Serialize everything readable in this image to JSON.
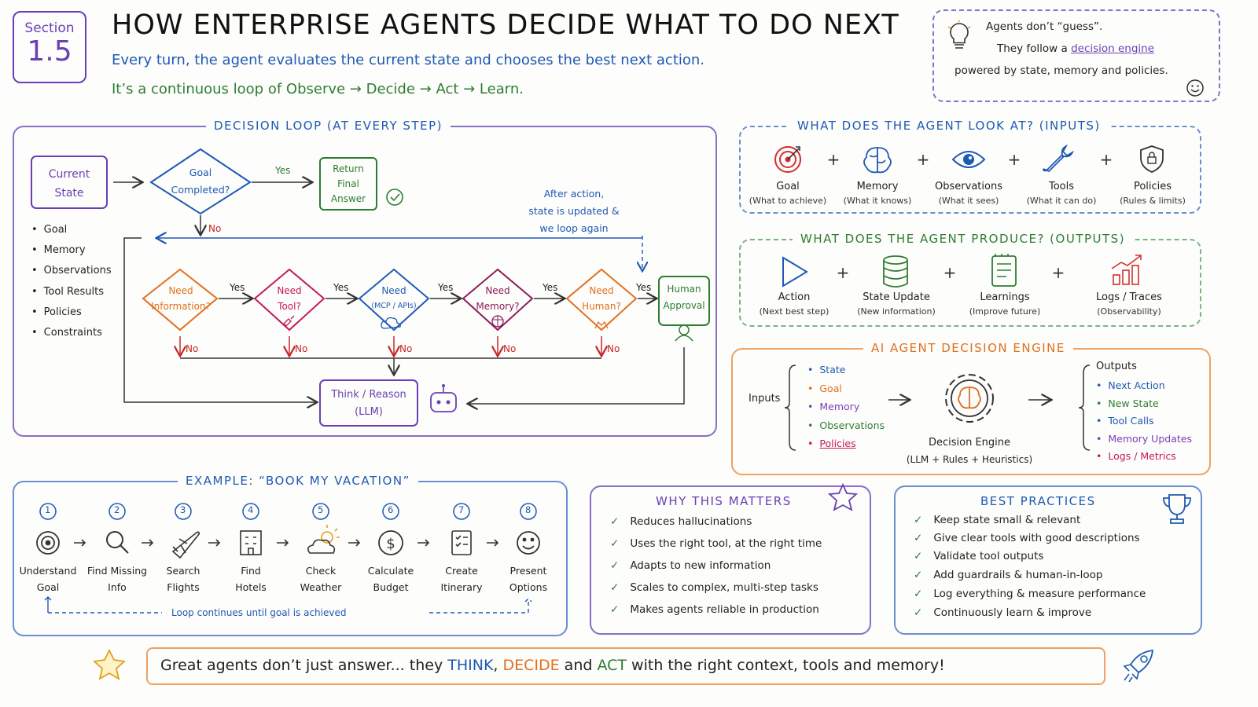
{
  "section": {
    "label": "Section",
    "number": "1.5"
  },
  "title": "HOW ENTERPRISE AGENTS DECIDE WHAT TO DO NEXT",
  "subtitle1": "Every turn, the agent evaluates the current state and chooses the best next action.",
  "subtitle2": "It’s a continuous loop of Observe → Decide → Act → Learn.",
  "note": {
    "line1": "Agents don’t “guess”.",
    "line2a": "They follow a ",
    "line2b": "decision engine",
    "line3": "powered by state, memory and policies."
  },
  "loop": {
    "title": "DECISION LOOP (AT EVERY STEP)",
    "current_state": [
      "Current",
      "State"
    ],
    "goal_completed": [
      "Goal",
      "Completed?"
    ],
    "yes": "Yes",
    "no": "No",
    "return_final": [
      "Return",
      "Final",
      "Answer"
    ],
    "after_action": [
      "After action,",
      "state is updated &",
      "we loop again"
    ],
    "state_items": [
      "Goal",
      "Memory",
      "Observations",
      "Tool Results",
      "Policies",
      "Constraints"
    ],
    "diamonds": [
      [
        "Need",
        "Information?"
      ],
      [
        "Need",
        "Tool?"
      ],
      [
        "Need",
        "(MCP / APIs)"
      ],
      [
        "Need",
        "Memory?"
      ],
      [
        "Need",
        "Human?"
      ]
    ],
    "human_approval": [
      "Human",
      "Approval"
    ],
    "think": [
      "Think / Reason",
      "(LLM)"
    ]
  },
  "inputs": {
    "title": "WHAT DOES THE AGENT LOOK AT? (INPUTS)",
    "items": [
      {
        "icon": "target-icon",
        "label": "Goal",
        "sub": "(What to achieve)"
      },
      {
        "icon": "brain-icon",
        "label": "Memory",
        "sub": "(What it knows)"
      },
      {
        "icon": "eye-icon",
        "label": "Observations",
        "sub": "(What it sees)"
      },
      {
        "icon": "wrench-icon",
        "label": "Tools",
        "sub": "(What it can do)"
      },
      {
        "icon": "shield-icon",
        "label": "Policies",
        "sub": "(Rules & limits)"
      }
    ]
  },
  "outputs": {
    "title": "WHAT DOES THE AGENT PRODUCE? (OUTPUTS)",
    "items": [
      {
        "icon": "play-icon",
        "label": "Action",
        "sub": "(Next best step)"
      },
      {
        "icon": "database-icon",
        "label": "State Update",
        "sub": "(New information)"
      },
      {
        "icon": "notebook-icon",
        "label": "Learnings",
        "sub": "(Improve future)"
      },
      {
        "icon": "chart-icon",
        "label": "Logs / Traces",
        "sub": "(Observability)"
      }
    ]
  },
  "engine": {
    "title": "AI AGENT DECISION ENGINE",
    "inputs_label": "Inputs",
    "inputs": [
      "State",
      "Goal",
      "Memory",
      "Observations",
      "Policies"
    ],
    "input_colors": [
      "#1e5ab4",
      "#e07020",
      "#7a3db8",
      "#2e7d32",
      "#c2185b"
    ],
    "engine_label": "Decision Engine",
    "engine_sub": "(LLM + Rules + Heuristics)",
    "outputs_label": "Outputs",
    "outputs": [
      "Next Action",
      "New State",
      "Tool Calls",
      "Memory Updates",
      "Logs / Metrics"
    ],
    "output_colors": [
      "#1e5ab4",
      "#2e7d32",
      "#1e5ab4",
      "#7a3db8",
      "#c2185b"
    ]
  },
  "example": {
    "title": "EXAMPLE: “BOOK MY VACATION”",
    "steps": [
      {
        "n": "1",
        "icon": "target-icon",
        "label": [
          "Understand",
          "Goal"
        ]
      },
      {
        "n": "2",
        "icon": "magnifier-icon",
        "label": [
          "Find Missing",
          "Info"
        ]
      },
      {
        "n": "3",
        "icon": "plane-icon",
        "label": [
          "Search",
          "Flights"
        ]
      },
      {
        "n": "4",
        "icon": "hotel-icon",
        "label": [
          "Find",
          "Hotels"
        ]
      },
      {
        "n": "5",
        "icon": "weather-icon",
        "label": [
          "Check",
          "Weather"
        ]
      },
      {
        "n": "6",
        "icon": "dollar-icon",
        "label": [
          "Calculate",
          "Budget"
        ]
      },
      {
        "n": "7",
        "icon": "itinerary-icon",
        "label": [
          "Create",
          "Itinerary"
        ]
      },
      {
        "n": "8",
        "icon": "smiley-icon",
        "label": [
          "Present",
          "Options"
        ]
      }
    ],
    "loop_note": "Loop continues until goal is achieved"
  },
  "why": {
    "title": "WHY THIS MATTERS",
    "items": [
      "Reduces hallucinations",
      "Uses the right tool, at the right time",
      "Adapts to new information",
      "Scales to complex, multi-step tasks",
      "Makes agents reliable in production"
    ]
  },
  "best": {
    "title": "BEST PRACTICES",
    "items": [
      "Keep state small & relevant",
      "Give clear tools with good descriptions",
      "Validate tool outputs",
      "Add guardrails & human-in-loop",
      "Log everything & measure performance",
      "Continuously learn & improve"
    ]
  },
  "footer": {
    "a": "Great agents don’t just answer... they ",
    "think": "THINK",
    "comma": ",",
    "decide": "DECIDE",
    "and1": " and ",
    "act": "ACT",
    "rest": " with the right context, tools and memory!"
  },
  "colors": {
    "purple": "#6a3fb5",
    "blue": "#1e5ab4",
    "green": "#2e7d32",
    "red": "#c62828",
    "orange": "#e07020",
    "magenta": "#c2185b"
  }
}
